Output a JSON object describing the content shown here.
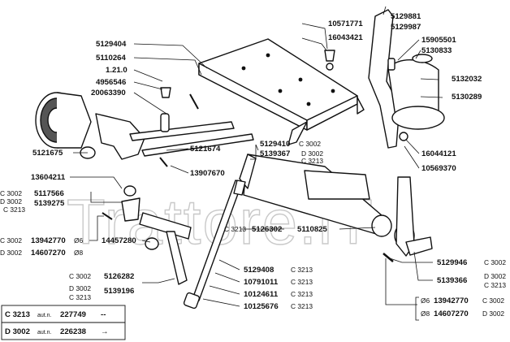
{
  "watermark": "Trattore.iT",
  "parts": {
    "p5129881": "5129881",
    "p5129987": "5129987",
    "p10571771": "10571771",
    "p16043421": "16043421",
    "p15905501": "15905501",
    "p5130833": "5130833",
    "p5132032": "5132032",
    "p5130289": "5130289",
    "p16044121": "16044121",
    "p10569370": "10569370",
    "p5129404": "5129404",
    "p5110264": "5110264",
    "p1210": "1.21.0",
    "p4956546": "4956546",
    "p20063390": "20063390",
    "p5121675": "5121675",
    "p5121674": "5121674",
    "p5129410": "5129410",
    "p5139367": "5139367",
    "p13907670": "13907670",
    "p13604211": "13604211",
    "p5117566": "5117566",
    "p5139275": "5139275",
    "p5126302": "5126302",
    "p5110825": "5110825",
    "p13942770a": "13942770",
    "p14607270a": "14607270",
    "p14457280": "14457280",
    "p5129408": "5129408",
    "p10791011": "10791011",
    "p10124611": "10124611",
    "p10125676": "10125676",
    "p5126282": "5126282",
    "p5139196": "5139196",
    "p5129946": "5129946",
    "p5139366": "5139366",
    "p13942770b": "13942770",
    "p14607270b": "14607270"
  },
  "codes": {
    "c3002": "C 3002",
    "d3002": "D 3002",
    "c3213": "C 3213",
    "phi6": "Ø6",
    "phi8": "Ø8"
  },
  "legend": {
    "row1_code": "C 3213",
    "row1_aut": "aut.n.",
    "row1_num": "227749",
    "row1_mark": "--",
    "row2_code": "D 3002",
    "row2_aut": "aut.n.",
    "row2_num": "226238",
    "row2_mark": "→"
  }
}
